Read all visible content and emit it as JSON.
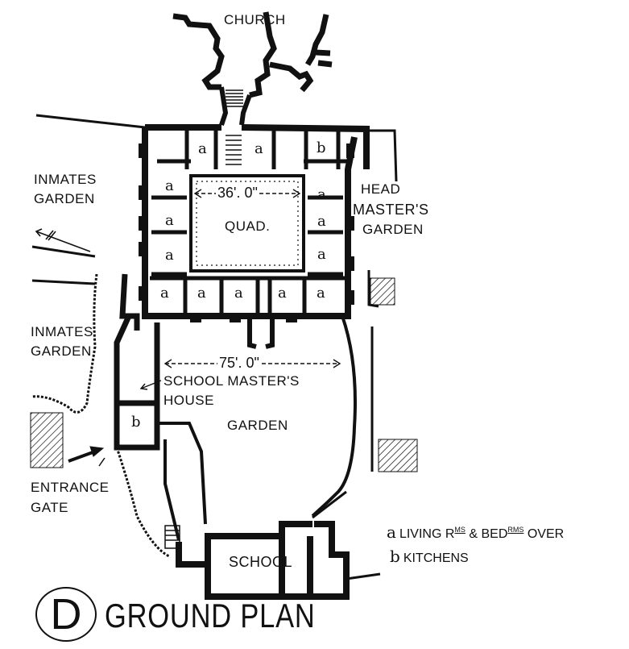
{
  "labels": {
    "church": "CHURCH",
    "inmates_garden_upper": [
      "INMATES",
      "GARDEN"
    ],
    "head_masters_garden": [
      "HEAD",
      "MASTER'S",
      "GARDEN"
    ],
    "quad": "QUAD.",
    "inmates_garden_lower": [
      "INMATES",
      "GARDEN"
    ],
    "school_masters_house": [
      "SCHOOL MASTER'S",
      "HOUSE"
    ],
    "garden": "GARDEN",
    "entrance_gate": [
      "ENTRANCE",
      "GATE"
    ],
    "school": "SCHOOL"
  },
  "dimensions": {
    "quad_width": "36'. 0\"",
    "garden_width": "75'. 0\""
  },
  "room_keys": {
    "a": "a",
    "b": "b"
  },
  "legend": {
    "a_key": "a",
    "a_text_1": "LIVING R",
    "a_sup_1": "MS",
    "a_text_2": " & BED",
    "a_sup_2": "RMS",
    "a_text_3": " OVER",
    "b_key": "b",
    "b_text": "KITCHENS"
  },
  "title": {
    "letter": "D",
    "text": "GROUND PLAN"
  },
  "colors": {
    "ink": "#111111",
    "paper": "#ffffff"
  },
  "icons": {
    "north_arrow": "north-arrow-icon"
  }
}
